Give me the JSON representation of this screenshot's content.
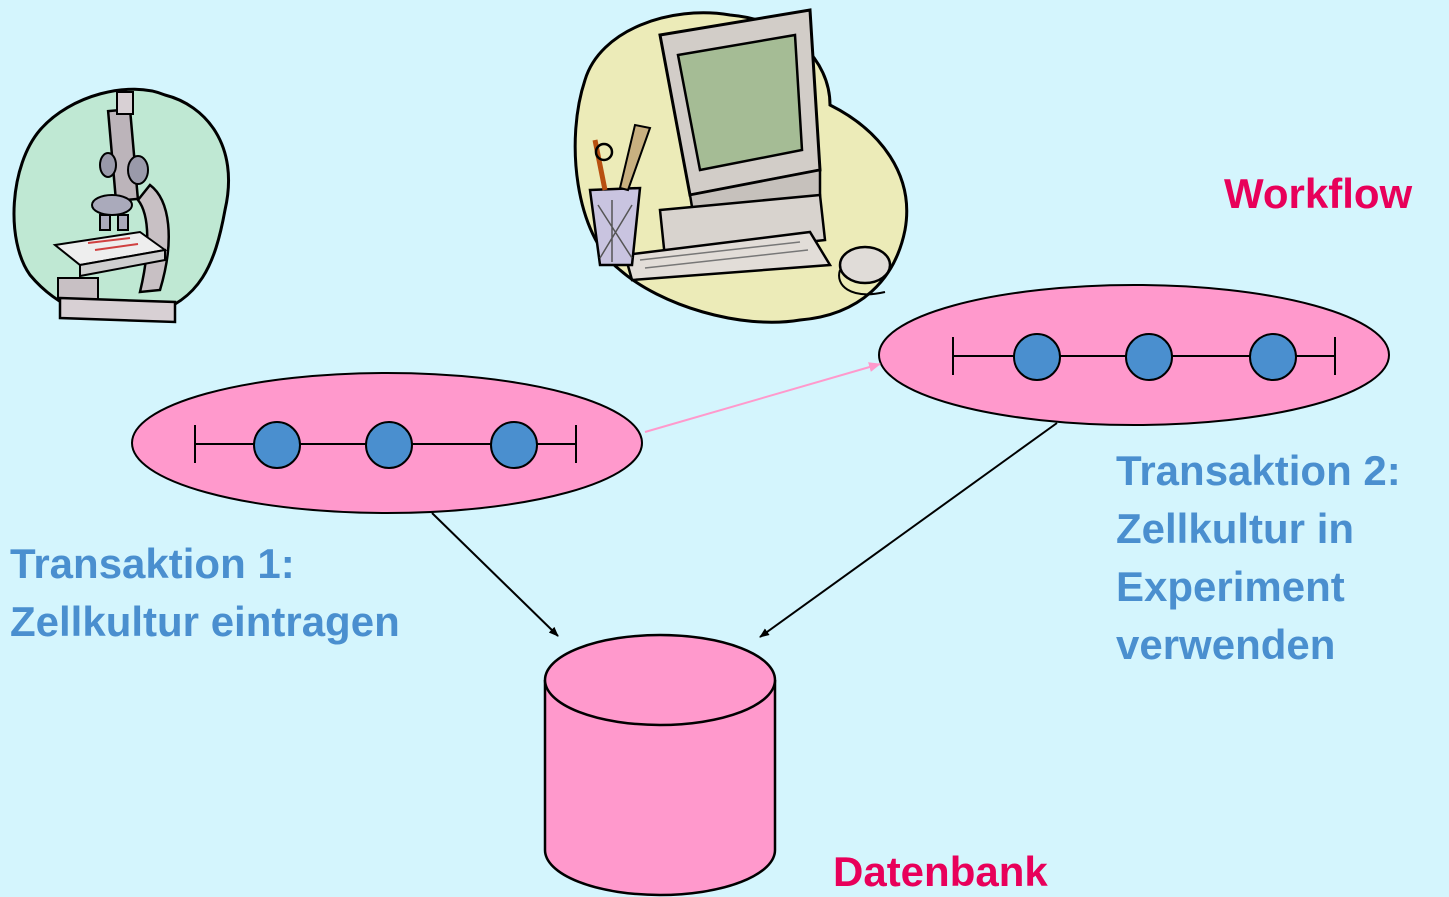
{
  "labels": {
    "workflow": "Workflow",
    "transaction1_line1": "Transaktion 1:",
    "transaction1_line2": "Zellkultur eintragen",
    "transaction2_line1": "Transaktion 2:",
    "transaction2_line2": "Zellkultur in",
    "transaction2_line3": "Experiment",
    "transaction2_line4": "verwenden",
    "database": "Datenbank"
  },
  "icons": {
    "microscope": "microscope-clipart",
    "computer": "computer-clipart"
  },
  "colors": {
    "background": "#d4f5fd",
    "ellipse_fill": "#ff99cc",
    "node_fill": "#4a8fcf",
    "label_blue": "#4a8fcf",
    "label_pink": "#e8005a",
    "workflow_arrow": "#ff99cc"
  },
  "transactions": [
    {
      "id": "transaction-1",
      "step_count": 3
    },
    {
      "id": "transaction-2",
      "step_count": 3
    }
  ]
}
